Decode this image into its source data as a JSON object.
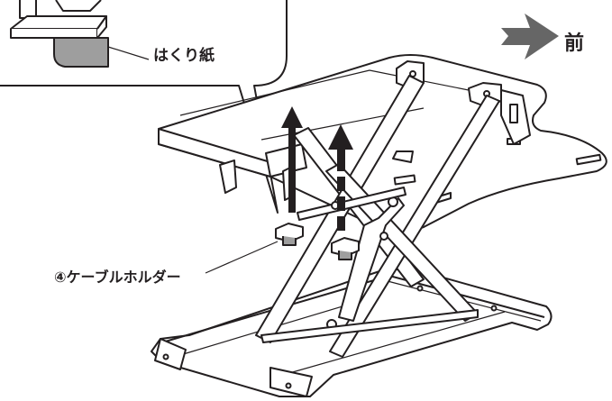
{
  "labels": {
    "peel_paper": "はくり紙",
    "cable_holder": "④ケーブルホルダー",
    "front": "前"
  },
  "colors": {
    "line": "#231f20",
    "arrow": "#231f20",
    "front_arrow": "#666666",
    "tape": "#9e9e9e",
    "background": "#ffffff"
  },
  "icons": {
    "direction": "right-arrow-icon",
    "removal": "up-arrow-icon"
  }
}
